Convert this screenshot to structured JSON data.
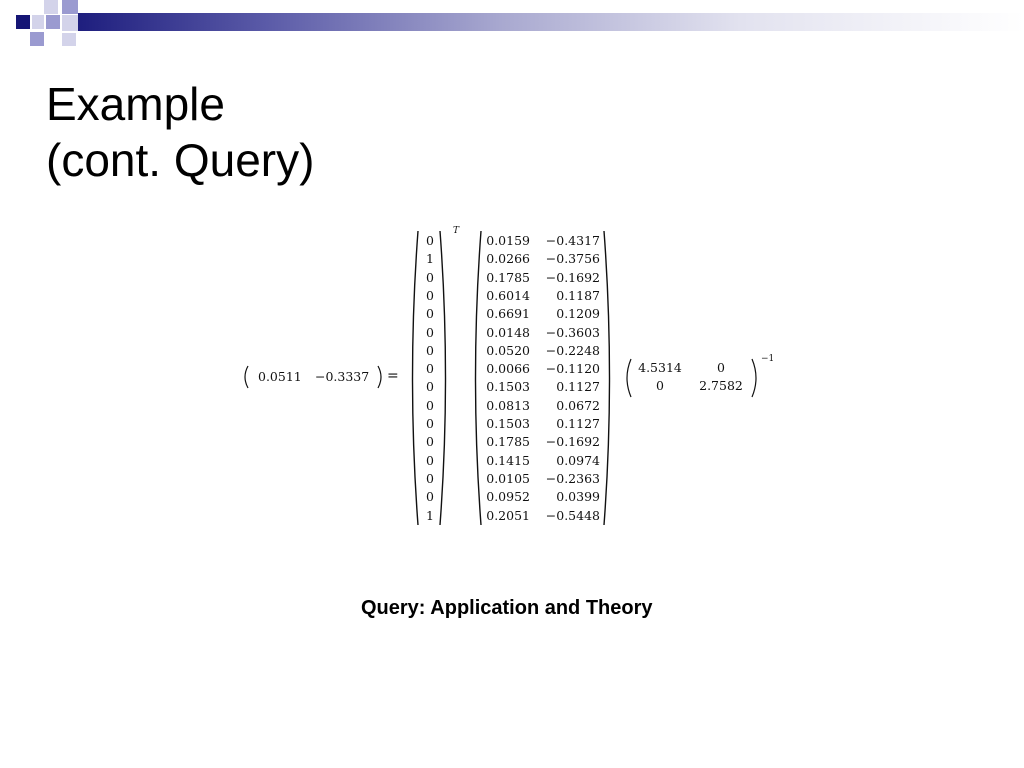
{
  "slide": {
    "title_line1": "Example",
    "title_line2": "(cont. Query)",
    "footer": "Query: Application and Theory"
  },
  "colors": {
    "header_navy": "#151575",
    "header_lavender": "#9a9ad0",
    "header_pale": "#d3d3ea"
  },
  "equation": {
    "result": [
      "0.0511",
      "−0.3337"
    ],
    "equals": "=",
    "query_vector": [
      "0",
      "1",
      "0",
      "0",
      "0",
      "0",
      "0",
      "0",
      "0",
      "0",
      "0",
      "0",
      "0",
      "0",
      "0",
      "1"
    ],
    "transpose": "T",
    "u_matrix": [
      [
        "0.0159",
        "−0.4317"
      ],
      [
        "0.0266",
        "−0.3756"
      ],
      [
        "0.1785",
        "−0.1692"
      ],
      [
        "0.6014",
        "0.1187"
      ],
      [
        "0.6691",
        "0.1209"
      ],
      [
        "0.0148",
        "−0.3603"
      ],
      [
        "0.0520",
        "−0.2248"
      ],
      [
        "0.0066",
        "−0.1120"
      ],
      [
        "0.1503",
        "0.1127"
      ],
      [
        "0.0813",
        "0.0672"
      ],
      [
        "0.1503",
        "0.1127"
      ],
      [
        "0.1785",
        "−0.1692"
      ],
      [
        "0.1415",
        "0.0974"
      ],
      [
        "0.0105",
        "−0.2363"
      ],
      [
        "0.0952",
        "0.0399"
      ],
      [
        "0.2051",
        "−0.5448"
      ]
    ],
    "sigma_matrix": [
      [
        "4.5314",
        "0"
      ],
      [
        "0",
        "2.7582"
      ]
    ],
    "inverse": "−1"
  }
}
